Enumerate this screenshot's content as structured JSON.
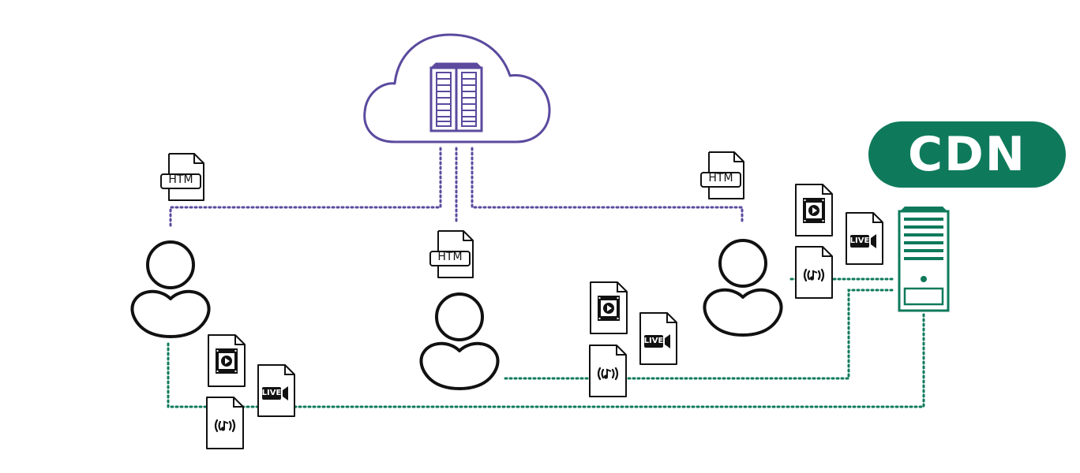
{
  "badge": {
    "label": "CDN"
  },
  "file_labels": {
    "html": "HTM",
    "live": "LIVE"
  },
  "colors": {
    "cloud": "#5b4a9e",
    "cdn": "#0e7a5b",
    "icon": "#111111",
    "background": "#ffffff"
  },
  "icons": [
    "cloud-icon",
    "server-rack-icon",
    "user-icon",
    "html-file-icon",
    "video-file-icon",
    "live-stream-file-icon",
    "audio-stream-file-icon",
    "cdn-server-icon"
  ]
}
